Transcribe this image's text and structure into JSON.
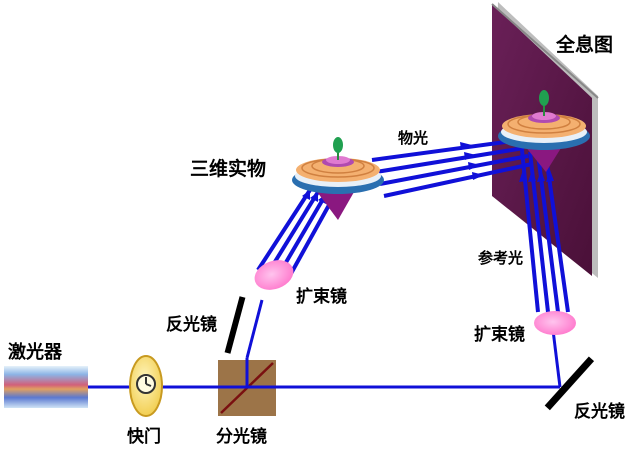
{
  "labels": {
    "laser": "激光器",
    "shutter": "快门",
    "beam_splitter": "分光镜",
    "mirror_left": "反光镜",
    "mirror_right": "反光镜",
    "expander_left": "扩束镜",
    "expander_right": "扩束镜",
    "object": "三维实物",
    "object_light": "物光",
    "reference_light": "参考光",
    "hologram": "全息图"
  },
  "colors": {
    "beam": "#1010d8",
    "hologram_plate": "#5a1848",
    "lens": "#ff8ad8",
    "splitter_box": "#9c7448",
    "shutter": "#f7d766"
  }
}
